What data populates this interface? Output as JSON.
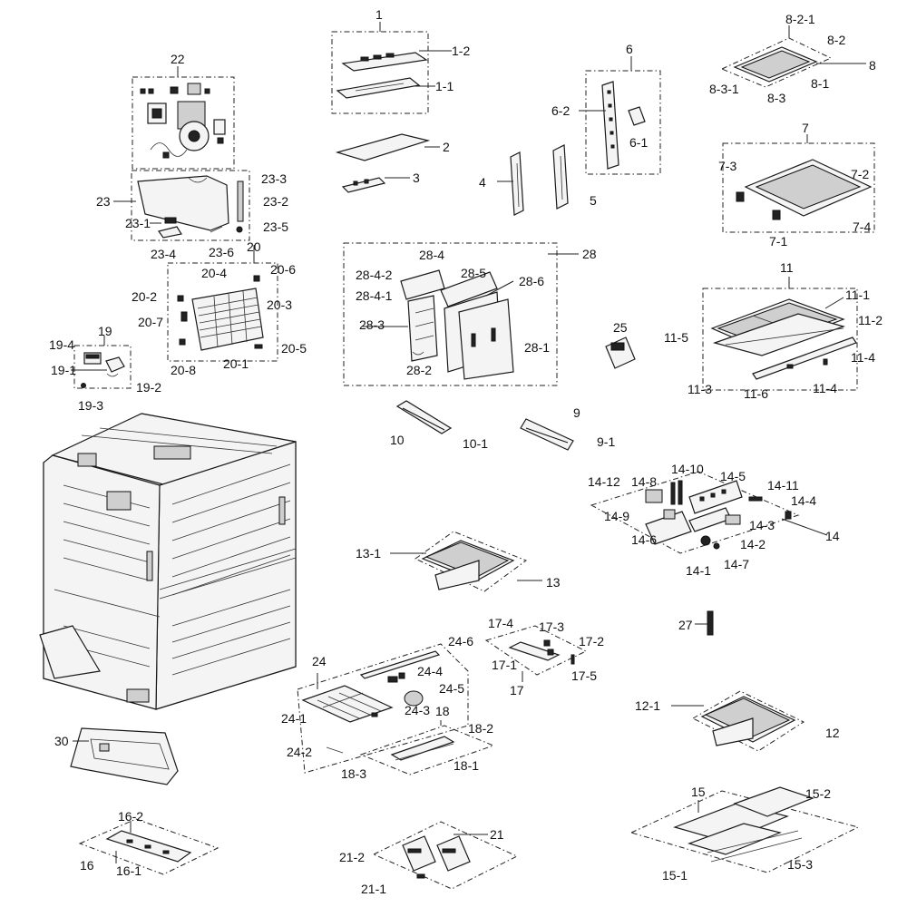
{
  "labels": {
    "l1": "1",
    "l1_2": "1-2",
    "l1_1": "1-1",
    "l2": "2",
    "l3": "3",
    "l4": "4",
    "l5": "5",
    "l6": "6",
    "l6_2": "6-2",
    "l6_1": "6-1",
    "l7": "7",
    "l7_3": "7-3",
    "l7_2": "7-2",
    "l7_4": "7-4",
    "l7_1": "7-1",
    "l8_2_1": "8-2-1",
    "l8_2": "8-2",
    "l8": "8",
    "l8_1": "8-1",
    "l8_3_1": "8-3-1",
    "l8_3": "8-3",
    "l9": "9",
    "l9_1": "9-1",
    "l10": "10",
    "l10_1": "10-1",
    "l11": "11",
    "l11_1": "11-1",
    "l11_2": "11-2",
    "l11_5": "11-5",
    "l11_4a": "11-4",
    "l11_4b": "11-4",
    "l11_3": "11-3",
    "l11_6": "11-6",
    "l12": "12",
    "l12_1": "12-1",
    "l13": "13",
    "l13_1": "13-1",
    "l14": "14",
    "l14_1": "14-1",
    "l14_2": "14-2",
    "l14_3": "14-3",
    "l14_4": "14-4",
    "l14_5": "14-5",
    "l14_6": "14-6",
    "l14_7": "14-7",
    "l14_8": "14-8",
    "l14_9": "14-9",
    "l14_10": "14-10",
    "l14_11": "14-11",
    "l14_12": "14-12",
    "l15": "15",
    "l15_1": "15-1",
    "l15_2": "15-2",
    "l15_3": "15-3",
    "l16": "16",
    "l16_1": "16-1",
    "l16_2": "16-2",
    "l17": "17",
    "l17_1": "17-1",
    "l17_2": "17-2",
    "l17_3": "17-3",
    "l17_4": "17-4",
    "l17_5": "17-5",
    "l18": "18",
    "l18_1": "18-1",
    "l18_2": "18-2",
    "l18_3": "18-3",
    "l19": "19",
    "l19_1": "19-1",
    "l19_2": "19-2",
    "l19_3": "19-3",
    "l19_4": "19-4",
    "l20": "20",
    "l20_1": "20-1",
    "l20_2": "20-2",
    "l20_3": "20-3",
    "l20_4": "20-4",
    "l20_5": "20-5",
    "l20_6": "20-6",
    "l20_7": "20-7",
    "l20_8": "20-8",
    "l21": "21",
    "l21_1": "21-1",
    "l21_2": "21-2",
    "l22": "22",
    "l23": "23",
    "l23_1": "23-1",
    "l23_2": "23-2",
    "l23_3": "23-3",
    "l23_4": "23-4",
    "l23_5": "23-5",
    "l23_6": "23-6",
    "l24": "24",
    "l24_1": "24-1",
    "l24_2": "24-2",
    "l24_3": "24-3",
    "l24_4": "24-4",
    "l24_5": "24-5",
    "l24_6": "24-6",
    "l25": "25",
    "l27": "27",
    "l28": "28",
    "l28_1": "28-1",
    "l28_2": "28-2",
    "l28_3": "28-3",
    "l28_4": "28-4",
    "l28_4_1": "28-4-1",
    "l28_4_2": "28-4-2",
    "l28_5": "28-5",
    "l28_6": "28-6",
    "l30": "30"
  }
}
